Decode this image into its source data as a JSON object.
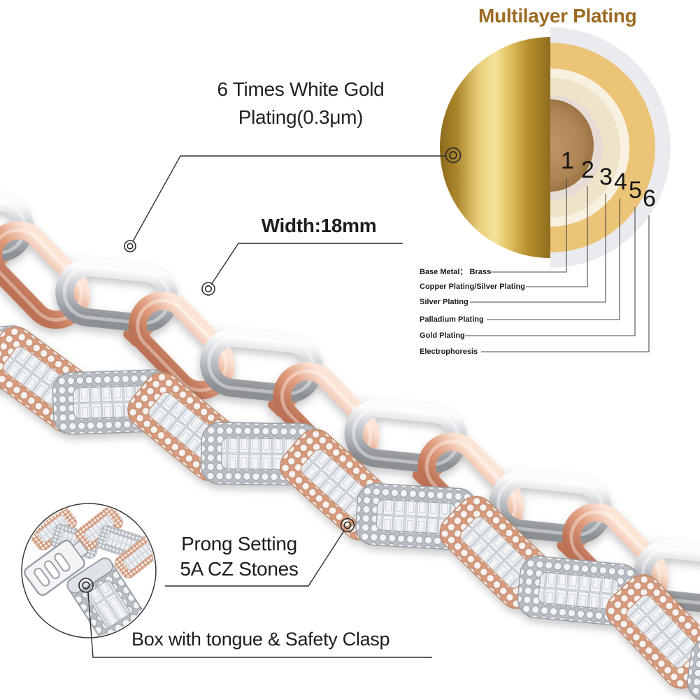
{
  "title": "Multilayer Plating",
  "annotations": {
    "white_gold": "6 Times White Gold\nPlating(0.3μm)",
    "width": "Width:18mm",
    "prong": "Prong Setting\n5A CZ Stones",
    "clasp": "Box with tongue & Safety Clasp"
  },
  "plating_diagram": {
    "layers": [
      {
        "num": "1",
        "label": "Base Metal： Brass"
      },
      {
        "num": "2",
        "label": "Copper Plating/Silver Plating"
      },
      {
        "num": "3",
        "label": "Silver Plating"
      },
      {
        "num": "4",
        "label": "Palladium Plating"
      },
      {
        "num": "5",
        "label": "Gold Plating"
      },
      {
        "num": "6",
        "label": "Electrophoresis"
      }
    ]
  },
  "colors": {
    "title_brown": "#9c6b22",
    "gold_plating": "#ecc478",
    "rose_gold": "#e2a081",
    "silver": "#c4c8cd",
    "brass_core": "#b08656"
  }
}
